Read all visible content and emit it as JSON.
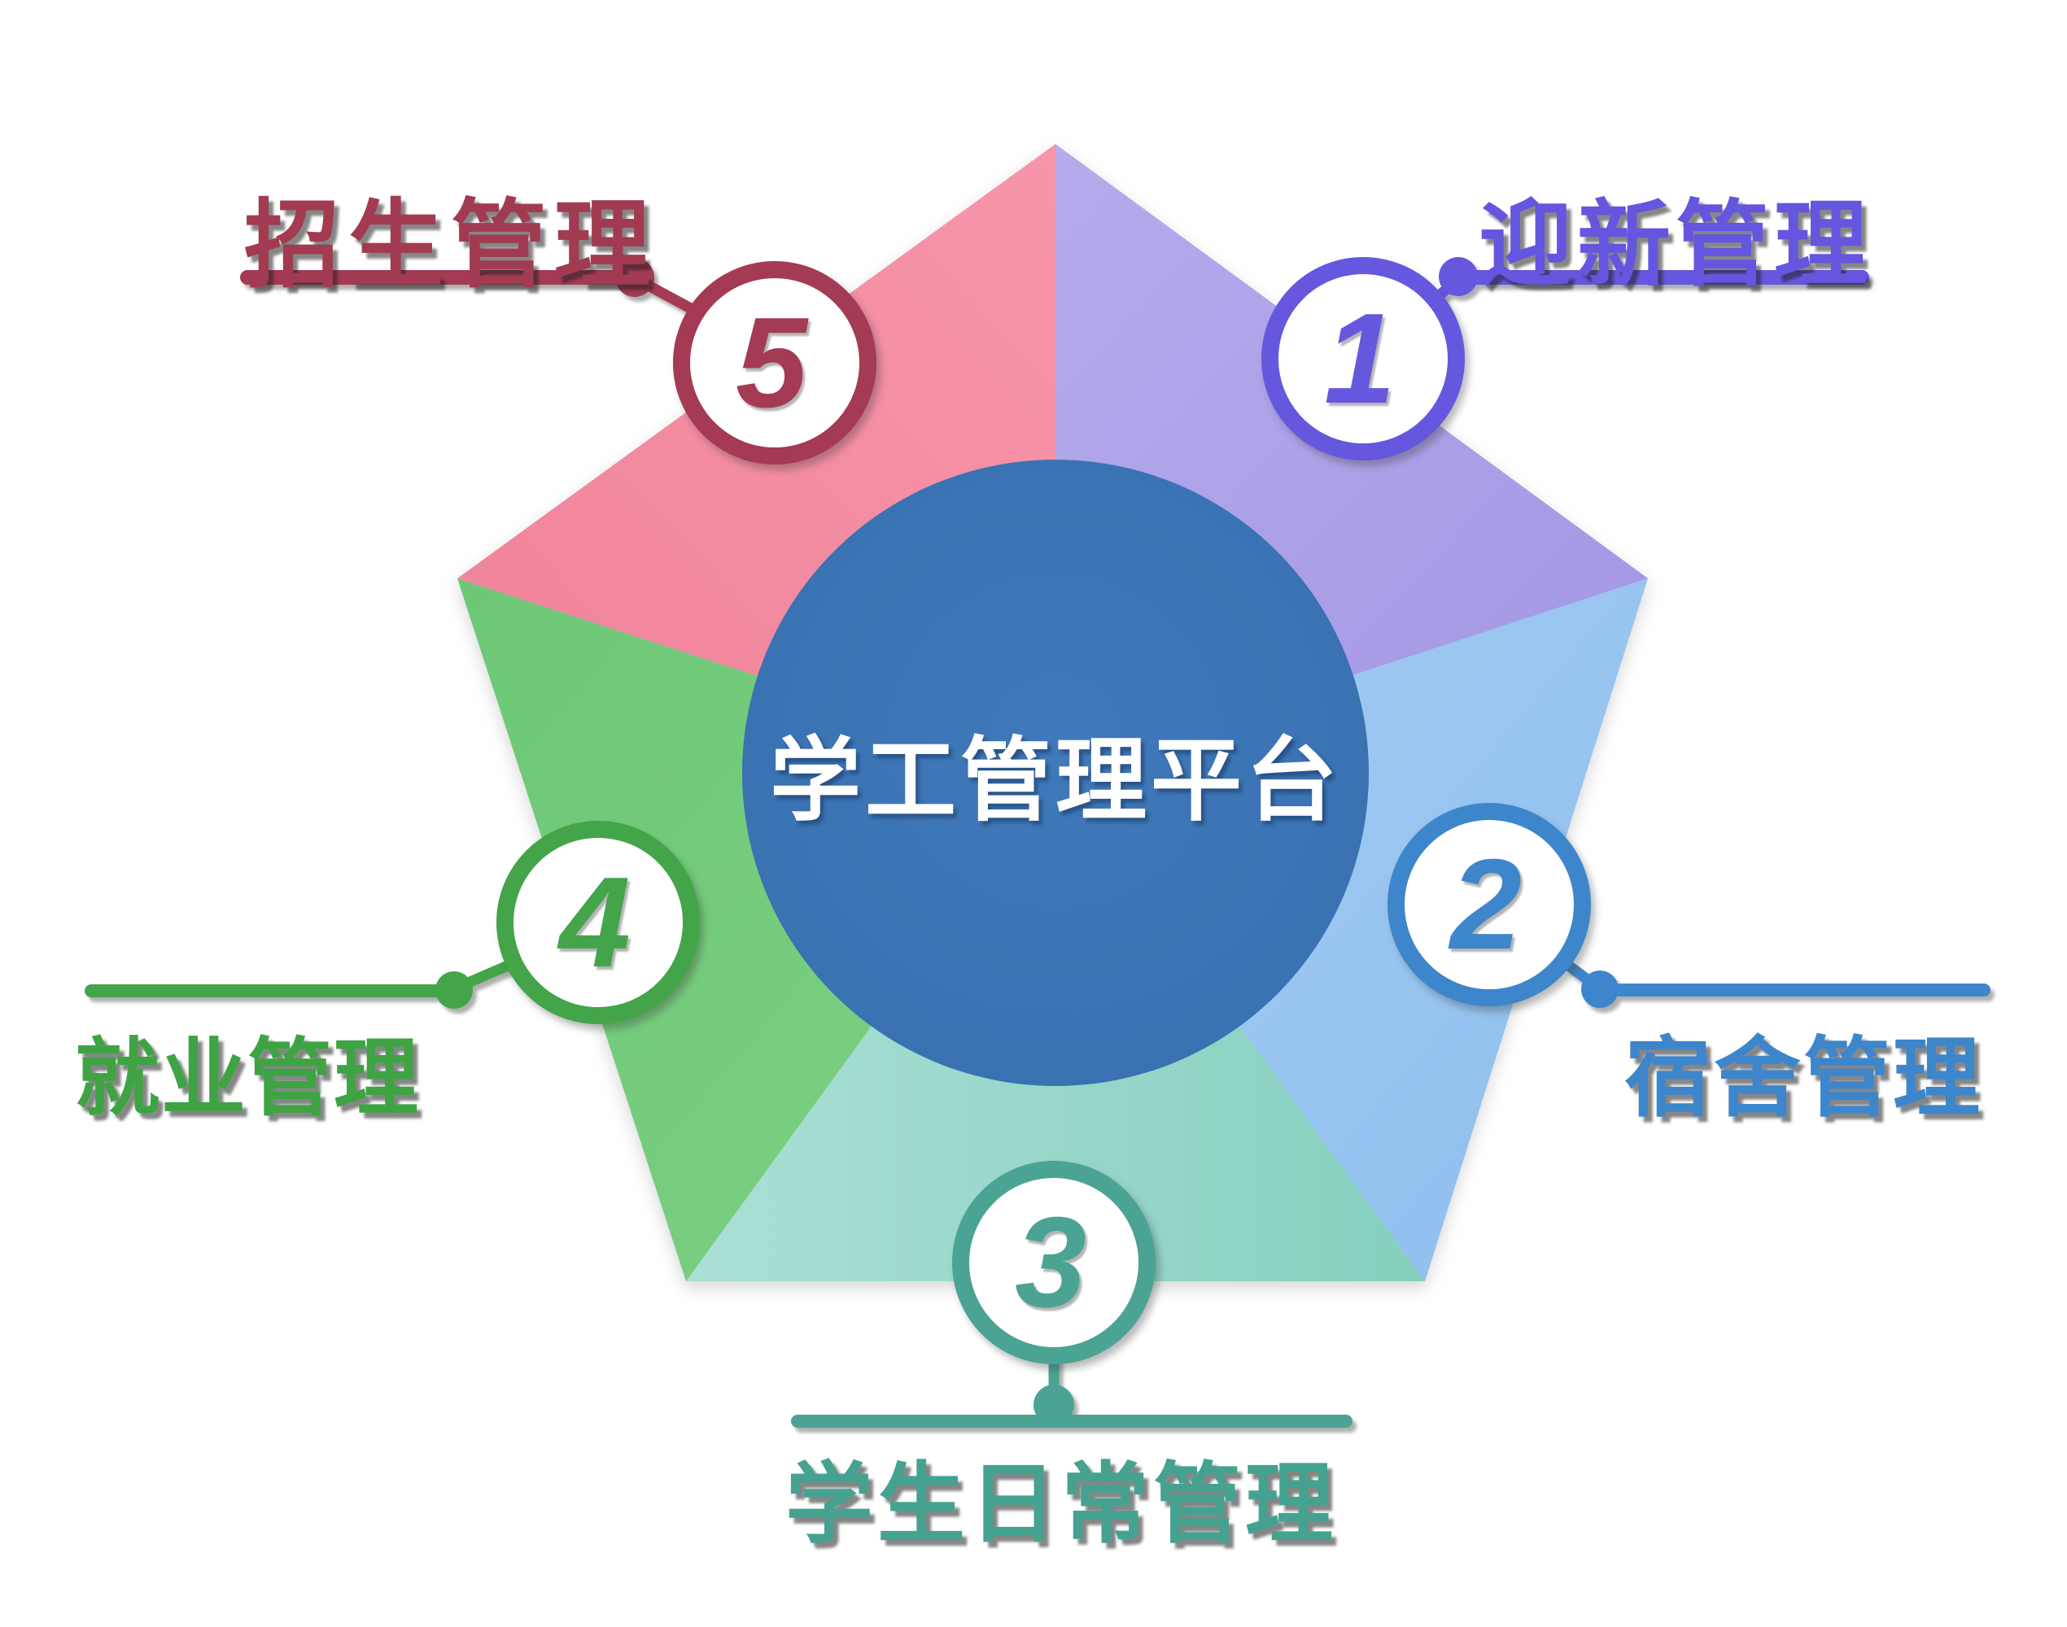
{
  "title": {
    "text": "学工管理平台",
    "bg_color": "#3b74b5",
    "text_color": "#ffffff"
  },
  "modules": [
    {
      "number": "1",
      "label": "迎新管理",
      "accent": "#6558de",
      "slice_color": "#ada2e7",
      "position": "top-right"
    },
    {
      "number": "2",
      "label": "宿舍管理",
      "accent": "#3e86cb",
      "slice_color": "#9ac5f0",
      "position": "right"
    },
    {
      "number": "3",
      "label": "学生日常管理",
      "accent": "#4ba394",
      "slice_color": "#8fd2c1",
      "position": "bottom"
    },
    {
      "number": "4",
      "label": "就业管理",
      "accent": "#44a44a",
      "slice_color": "#6cc876",
      "position": "left"
    },
    {
      "number": "5",
      "label": "招生管理",
      "accent": "#a43a54",
      "slice_color": "#f48ca1",
      "position": "top-left"
    }
  ]
}
